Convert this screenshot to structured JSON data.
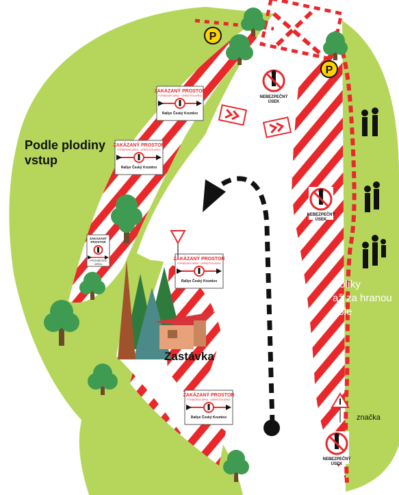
{
  "colors": {
    "field": "#b5d65b",
    "road": "#ffffff",
    "danger_stripe": "#e8282b",
    "tree": "#3f9b52",
    "tree_dark": "#2f7b3d",
    "text": "#111111"
  },
  "labels": {
    "crop_field": [
      "Podle plodiny",
      "vstup"
    ],
    "pegs": [
      "Kolíky",
      "až za hranou",
      "pole"
    ],
    "stop": "Zastávka",
    "sign_note": "značka",
    "parking": "P"
  },
  "danger_sign": {
    "line1": "NEBEZPEČNÝ",
    "line2": "ÚSEK"
  },
  "restricted_sign": {
    "title": "ZAKÁZANÝ PROSTOR",
    "subtitle": "FORBIDDEN AREA · VERBOTEN AREA",
    "event": "Rallye Český Krumlov"
  },
  "small_sign": {
    "title": [
      "ZAKÁZANÝ",
      "PROSTOR"
    ],
    "subtitle": [
      "PROHIBITED",
      "AREA"
    ]
  }
}
